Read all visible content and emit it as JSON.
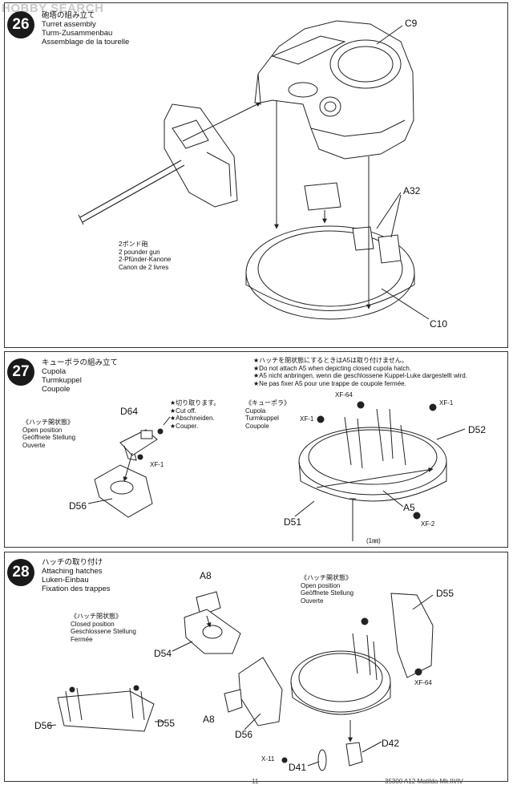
{
  "watermark": "HOBBY SEARCH",
  "step26": {
    "number": "26",
    "title_jp": "砲塔の組み立て",
    "title_en": "Turret assembly",
    "title_de": "Turm-Zusammenbau",
    "title_fr": "Assemblage de la tourelle",
    "parts": {
      "c9": "C9",
      "a32": "A32",
      "c10": "C10"
    },
    "gun_label": [
      "2ポンド砲",
      "2 pounder gun",
      "2-Pfünder-Kanone",
      "Canon de 2 livres"
    ]
  },
  "step27": {
    "number": "27",
    "title_jp": "キューポラの組み立て",
    "title_en": "Cupola",
    "title_de": "Turmkuppel",
    "title_fr": "Coupole",
    "note": [
      "★ハッチを閉状態にするときはA5は取り付けません。",
      "★Do not attach A5 when depicting closed cupola hatch.",
      "★A5 nicht anbringen, wenn die geschlossene Kuppel-Luke dargestellt wird.",
      "★Ne pas fixer A5 pour une trappe de coupole fermée."
    ],
    "cut_off": [
      "★切り取ります。",
      "★Cut off.",
      "★Abschneiden.",
      "★Couper."
    ],
    "open_position": [
      "《ハッチ開状態》",
      "Open position",
      "Geöffnete Stellung",
      "Ouverte"
    ],
    "cupola": [
      "《キューポラ》",
      "Cupola",
      "Turmkuppel",
      "Coupole"
    ],
    "parts": {
      "d64": "D64",
      "d56": "D56",
      "d52": "D52",
      "d51": "D51",
      "a5": "A5"
    },
    "paints": {
      "xf1": "XF-1",
      "xf64": "XF-64",
      "xf2": "XF-2"
    },
    "screw": "(1㎜)"
  },
  "step28": {
    "number": "28",
    "title_jp": "ハッチの取り付け",
    "title_en": "Attaching hatches",
    "title_de": "Luken-Einbau",
    "title_fr": "Fixation des trappes",
    "open_position": [
      "《ハッチ開状態》",
      "Open position",
      "Geöffnete Stellung",
      "Ouverte"
    ],
    "closed_position": [
      "《ハッチ閉状態》",
      "Closed position",
      "Geschlossene Stellung",
      "Fermée"
    ],
    "parts": {
      "a8": "A8",
      "d55": "D55",
      "d54": "D54",
      "d56": "D56",
      "d42": "D42",
      "d41": "D41"
    },
    "paints": {
      "xf64": "XF-64",
      "x11": "X-11"
    }
  },
  "footer": {
    "page_number": "11",
    "product": "35300 A12 Matilda Mk.III/IV"
  }
}
